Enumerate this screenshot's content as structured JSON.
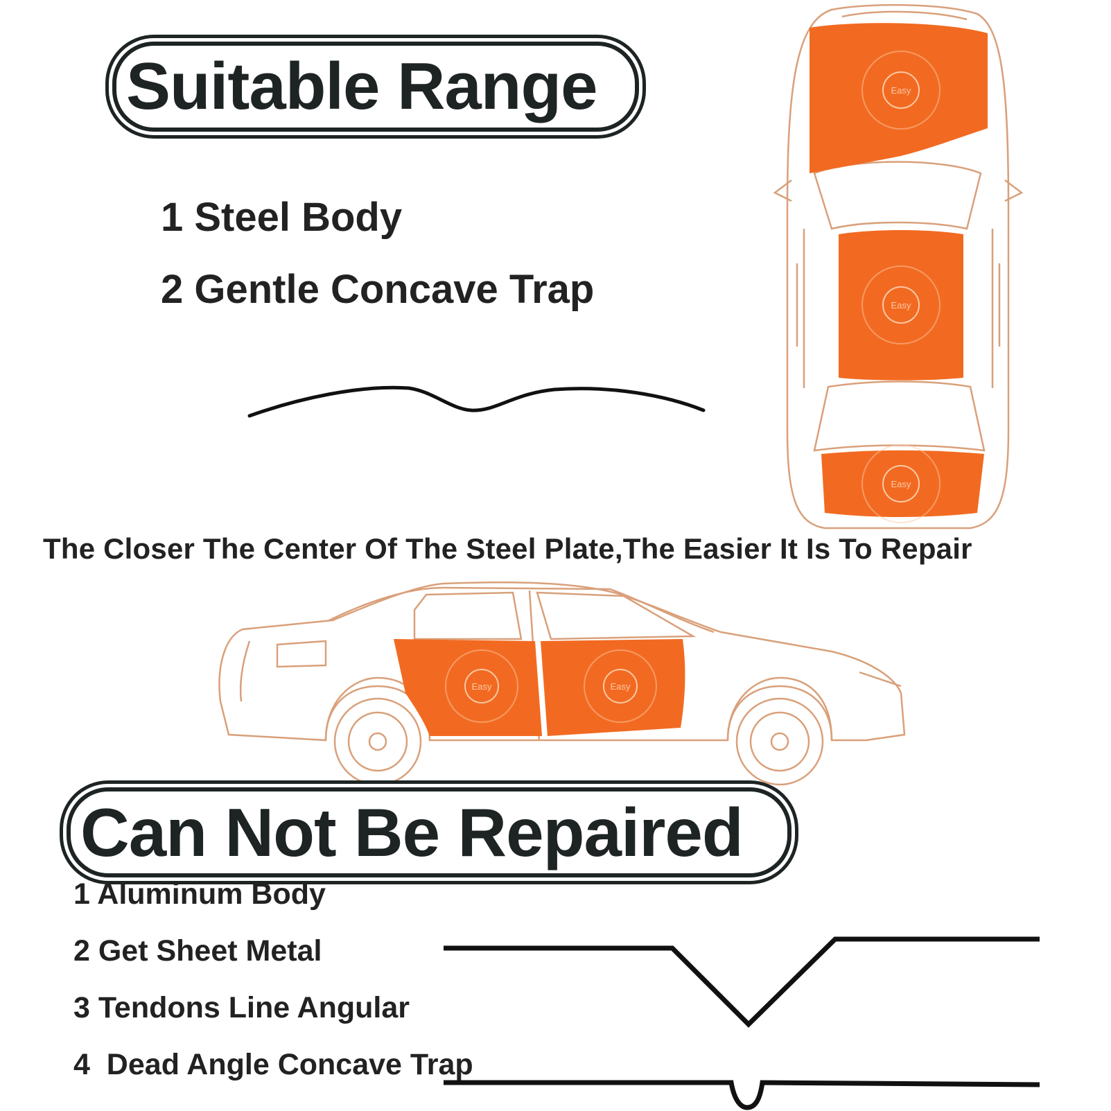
{
  "suitable": {
    "title": "Suitable Range",
    "items": [
      "1 Steel Body",
      "2 Gentle Concave Trap"
    ]
  },
  "caption": "The Closer The Center Of The Steel Plate,The Easier It Is To Repair",
  "badge_text": "Easy",
  "not_repairable": {
    "title": "Can Not Be Repaired",
    "items": [
      "1 Aluminum Body",
      "2 Get Sheet Metal",
      "3 Tendons Line Angular",
      "4  Dead Angle Concave Trap"
    ]
  },
  "colors": {
    "text": "#1e2424",
    "outline": "#d9a07a",
    "highlight": "#f26a21",
    "highlight_light": "#fbc9a6"
  }
}
